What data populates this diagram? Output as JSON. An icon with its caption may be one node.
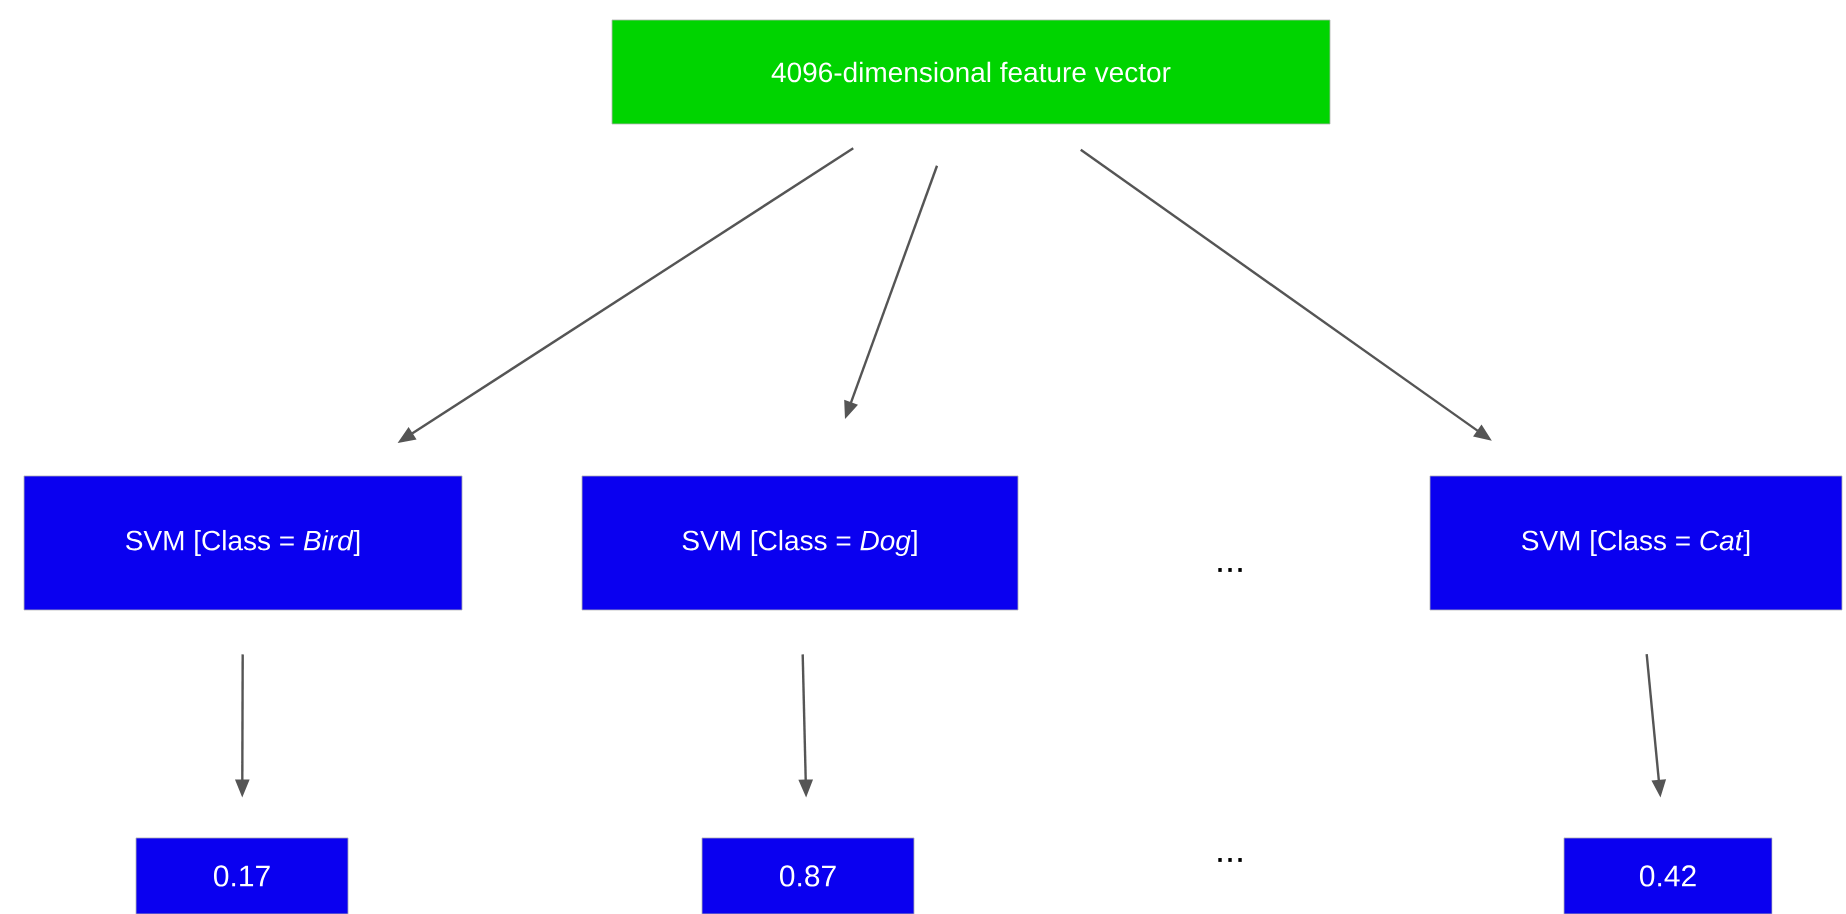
{
  "diagram": {
    "nodes": [
      {
        "text": [
          "4096-dimensional feature vector"
        ]
      },
      {
        "text": [
          "SVM [Class = *Bird*]"
        ]
      },
      {
        "text": [
          "SVM [Class = *Dog*]"
        ]
      },
      {
        "text": [
          "SVM [Class = *Cat*]"
        ]
      },
      {
        "text": [
          "0.17"
        ]
      },
      {
        "text": [
          "0.87"
        ]
      },
      {
        "text": [
          "0.42"
        ]
      }
    ],
    "edges": [
      {
        "from": 0,
        "to": 1,
        "arrow": "to"
      },
      {
        "from": 0,
        "to": 2,
        "arrow": "to"
      },
      {
        "from": 0,
        "to": 3,
        "arrow": "to"
      },
      {
        "from": 1,
        "to": 4,
        "arrow": "to"
      },
      {
        "from": 2,
        "to": 5,
        "arrow": "to"
      },
      {
        "from": 3,
        "to": 6,
        "arrow": "to"
      }
    ],
    "labels": [
      "...",
      "..."
    ]
  }
}
